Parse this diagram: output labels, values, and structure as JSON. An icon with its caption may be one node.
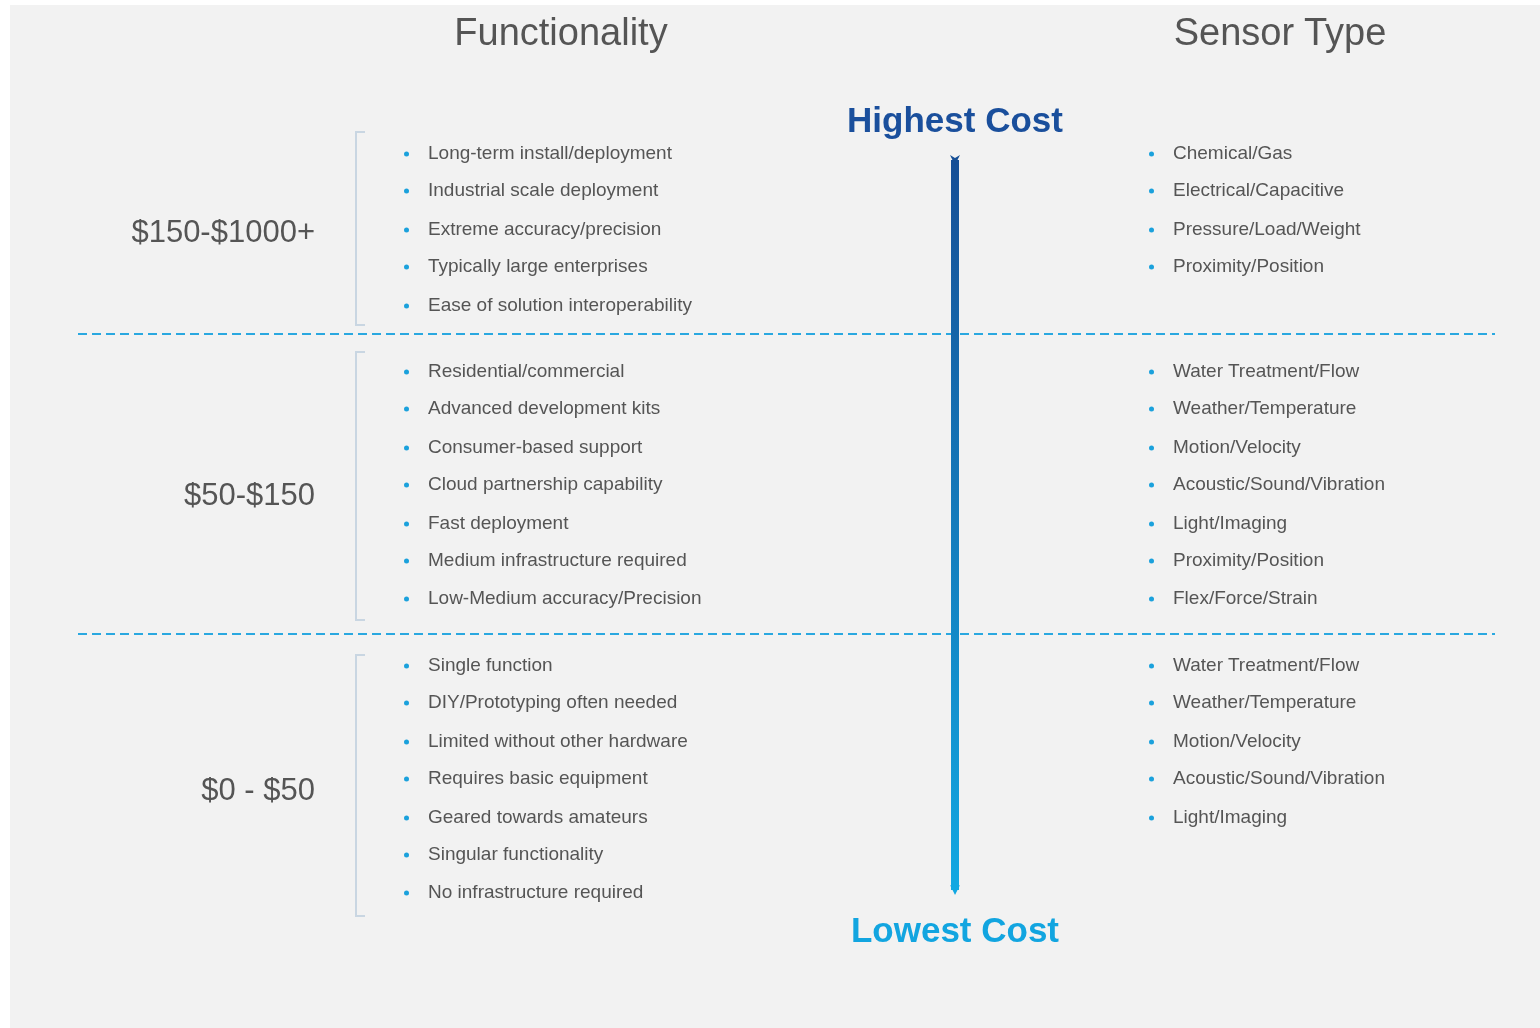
{
  "diagram": {
    "labels": [
      "Functionality",
      "Sensor Type",
      "Highest Cost",
      "$150-$1000+",
      "Long-term install/deployment",
      "Industrial scale deployment",
      "Extreme accuracy/precision",
      "Typically large enterprises",
      "Ease of solution interoperability",
      "Chemical/Gas",
      "Electrical/Capacitive",
      "Pressure/Load/Weight",
      "Proximity/Position",
      "$50-$150",
      "Residential/commercial",
      "Advanced development kits",
      "Consumer-based support",
      "Cloud partnership capability",
      "Fast deployment",
      "Medium infrastructure required",
      "Low-Medium accuracy/Precision",
      "Water Treatment/Flow",
      "Weather/Temperature",
      "Motion/Velocity",
      "Acoustic/Sound/Vibration",
      "Light/Imaging",
      "Proximity/Position",
      "Flex/Force/Strain",
      "$0 - $50",
      "Single function",
      "DIY/Prototyping often needed",
      "Limited without other hardware",
      "Requires basic equipment",
      "Geared towards amateurs",
      "Singular functionality",
      "No infrastructure required",
      "Water Treatment/Flow",
      "Weather/Temperature",
      "Motion/Velocity",
      "Acoustic/Sound/Vibration",
      "Light/Imaging",
      "Lowest Cost"
    ]
  }
}
